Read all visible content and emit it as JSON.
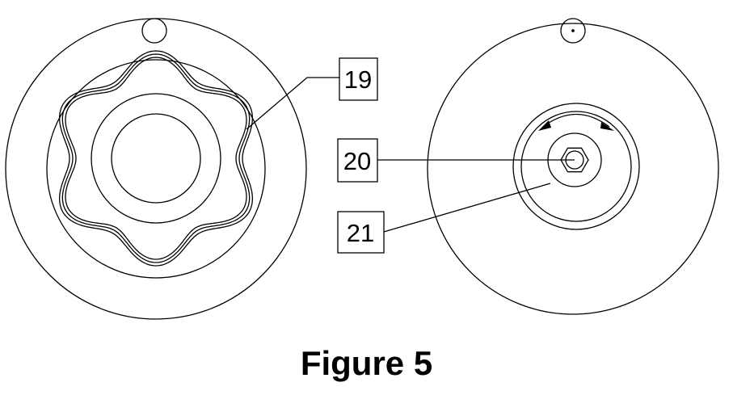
{
  "callouts": {
    "c19": "19",
    "c20": "20",
    "c21": "21"
  },
  "caption": "Figure 5",
  "colors": {
    "line": "#000000",
    "background": "#ffffff"
  }
}
